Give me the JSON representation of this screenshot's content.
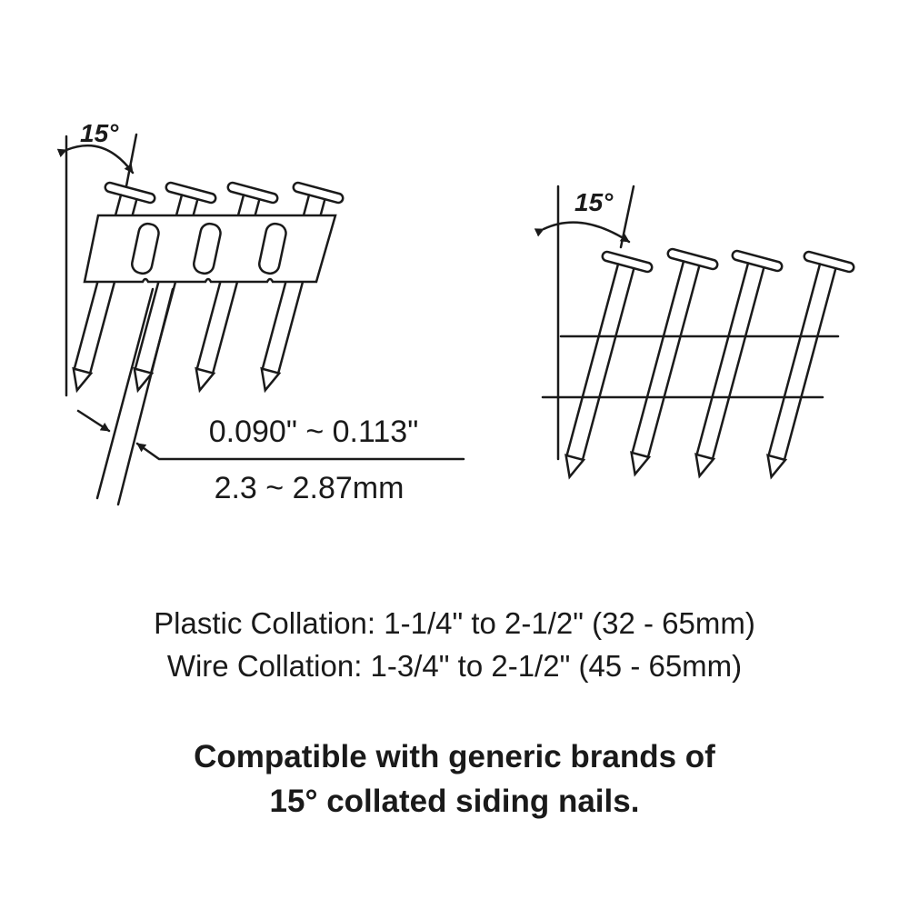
{
  "diagram": {
    "angle_label_left": "15°",
    "angle_label_right": "15°",
    "diameter_inches": "0.090\" ~ 0.113\"",
    "diameter_mm": "2.3 ~ 2.87mm",
    "stroke_color": "#1a1a1a"
  },
  "specs": {
    "plastic": "Plastic Collation: 1-1/4\" to 2-1/2\" (32 - 65mm)",
    "wire": "Wire Collation: 1-3/4\" to 2-1/2\" (45 - 65mm)"
  },
  "compatibility": {
    "line1": "Compatible with generic brands of",
    "line2": "15° collated siding nails."
  }
}
